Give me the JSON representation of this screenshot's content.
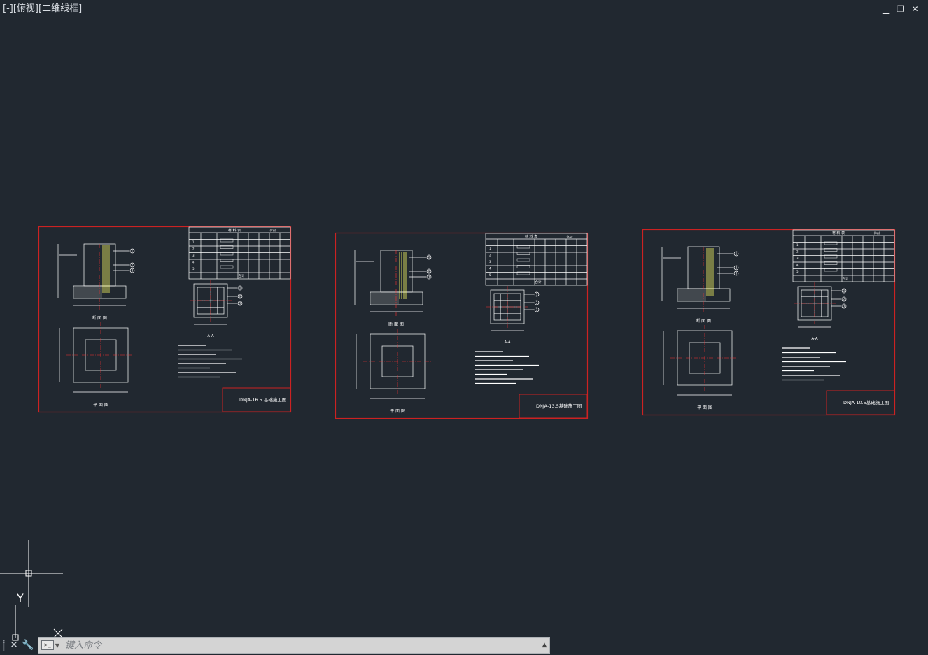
{
  "viewport": {
    "label_parts": [
      "[-]",
      "[俯视]",
      "[二维线框]"
    ]
  },
  "window_controls": {
    "minimize": "▁",
    "restore": "❐",
    "close": "✕"
  },
  "colors": {
    "background": "#212830",
    "frame": "#cc2222",
    "lines": "#ffffff",
    "centerline": "#ff3030",
    "rebar": "#ffff66",
    "text": "#ffffff"
  },
  "sheets": [
    {
      "name": "sheet-1",
      "title_block_text": "DNJA-16.5 基础施工图",
      "elevation_label": "断 面 图",
      "plan_label": "平 面 图",
      "section_label": "A-A",
      "table_heading": "材 料 表",
      "table_unit": "(kg)",
      "table_total_label": "合计"
    },
    {
      "name": "sheet-2",
      "title_block_text": "DNJA-13.5基础施工图",
      "elevation_label": "断 面 图",
      "plan_label": "平 面 图",
      "section_label": "A-A",
      "table_heading": "材 料 表",
      "table_unit": "(kg)",
      "table_total_label": "合计"
    },
    {
      "name": "sheet-3",
      "title_block_text": "DNJA-10.5基础施工图",
      "elevation_label": "断 面 图",
      "plan_label": "平 面 图",
      "section_label": "A-A",
      "table_heading": "材 料 表",
      "table_unit": "(kg)",
      "table_total_label": "合计"
    }
  ],
  "ucs": {
    "y_label": "Y"
  },
  "command_line": {
    "close_icon": "✕",
    "customize_icon": "🔧",
    "prompt_icon": ">_",
    "prompt_dropdown": "▼",
    "placeholder": "键入命令",
    "history_toggle": "▲"
  }
}
